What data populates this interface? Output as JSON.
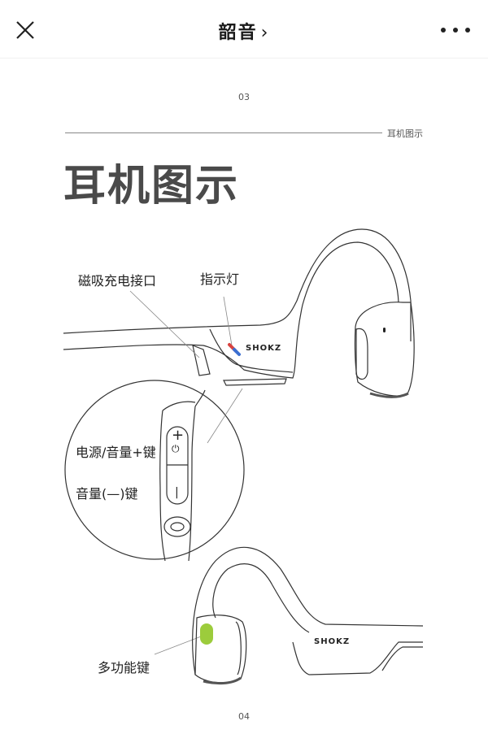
{
  "header": {
    "title": "韶音",
    "title_chevron": "›",
    "close_icon": "close-icon",
    "more_icon": "more-icon"
  },
  "page": {
    "page_top": "03",
    "page_bottom": "04",
    "section_label": "耳机图示",
    "title": "耳机图示"
  },
  "diagram": {
    "labels": {
      "charging_port": "磁吸充电接口",
      "indicator": "指示灯",
      "power_volume_up": "电源/音量+键",
      "volume_down": "音量(—)键",
      "multifunction": "多功能键"
    },
    "brand": "SHOKZ",
    "button_plus": "+",
    "button_power": "⏻",
    "button_minus": "|",
    "colors": {
      "indicator_red": "#d9433f",
      "indicator_blue": "#3b6fd1",
      "multifunction_green": "#9ccc3c"
    }
  }
}
